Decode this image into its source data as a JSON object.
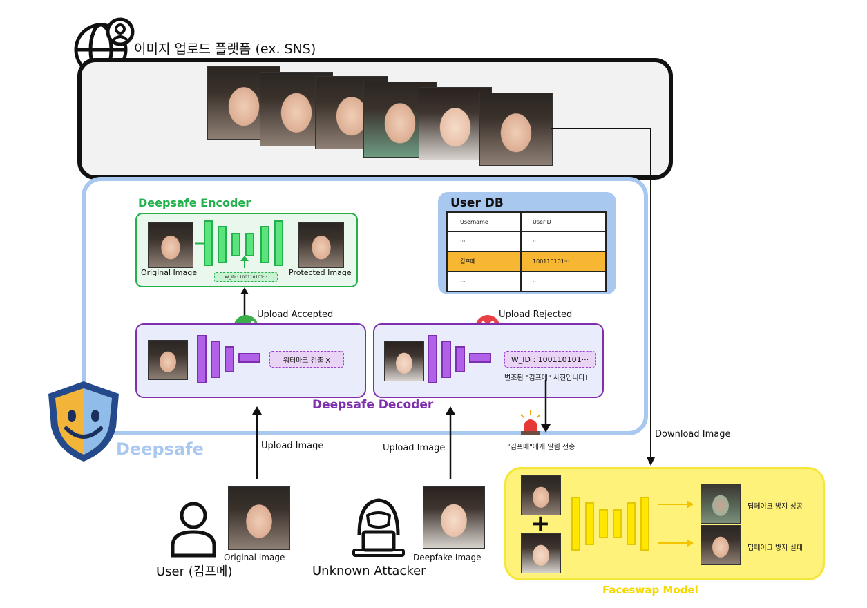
{
  "platform": {
    "title": "이미지 업로드 플랫폼 (ex. SNS)"
  },
  "encoder": {
    "title": "Deepsafe Encoder",
    "original_label": "Original Image",
    "protected_label": "Protected Image",
    "wid_label": "W_ID : 100110101···"
  },
  "user_db": {
    "title": "User DB",
    "headers": [
      "Username",
      "UserID"
    ],
    "rows": [
      [
        "···",
        "···"
      ],
      [
        "김프메",
        "100110101···"
      ],
      [
        "···",
        "···"
      ]
    ],
    "highlight_color": "#f7b733"
  },
  "decoder": {
    "title": "Deepsafe Decoder",
    "accepted_label": "Upload Accepted",
    "rejected_label": "Upload Rejected",
    "no_watermark": "워터마크 검출 X",
    "detected_wid": "W_ID : 100110101···",
    "tampered_msg": "변조된 \"김프메\" 사진입니다!"
  },
  "alert_label": "\"김프메\"에게 알림 전송",
  "brand": {
    "name": "Deepsafe"
  },
  "flows": {
    "upload_user": "Upload Image",
    "upload_attacker": "Upload Image",
    "download": "Download Image"
  },
  "user": {
    "name": "User (김프메)",
    "image_label": "Original Image"
  },
  "attacker": {
    "name": "Unknown Attacker",
    "image_label": "Deepfake Image"
  },
  "faceswap": {
    "title": "Faceswap Model",
    "success": "딥페이크 방지 성공",
    "fail": "딥페이크 방지 실패",
    "plus": "+"
  },
  "colors": {
    "encoder_green": "#22b14c",
    "decoder_purple": "#7d2fb0",
    "deepsafe_blue": "#a8c8f0",
    "faceswap_yellow": "#fff27a"
  },
  "icons": [
    "globe-user-icon",
    "shield-face-icon",
    "check-icon",
    "x-icon",
    "siren-icon",
    "user-icon",
    "hacker-icon"
  ]
}
